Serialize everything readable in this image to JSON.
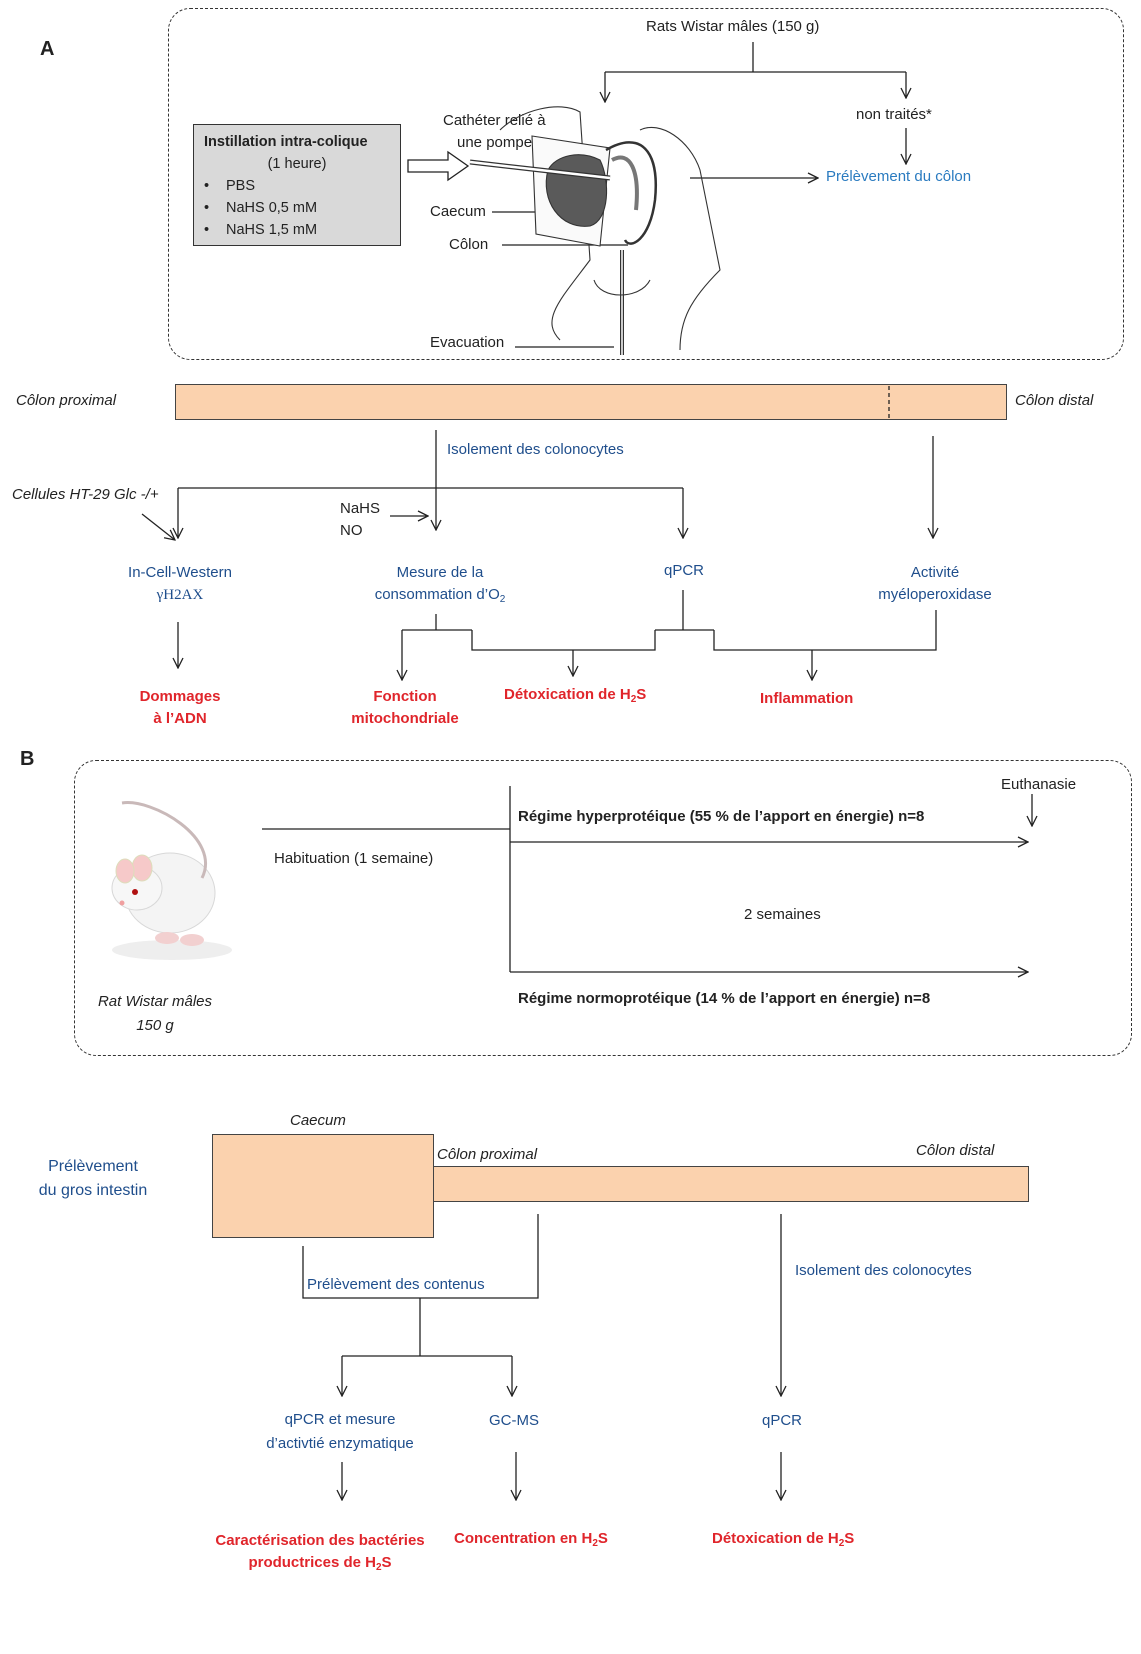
{
  "panel_a": {
    "label": "A",
    "rats": "Rats Wistar mâles (150 g)",
    "non_traites": "non traités*",
    "prelevement_colon": "Prélèvement du côlon",
    "instillation": {
      "title": "Instillation intra-colique",
      "duration": "(1 heure)",
      "items": [
        "PBS",
        "NaHS 0,5 mM",
        "NaHS 1,5 mM"
      ]
    },
    "catheter_line1": "Cathéter relié à",
    "catheter_line2": "une pompe",
    "caecum": "Caecum",
    "colon": "Côlon",
    "evacuation": "Evacuation",
    "colon_proximal": "Côlon proximal",
    "colon_distal": "Côlon distal",
    "isolement": "Isolement des colonocytes",
    "cellules": "Cellules HT-29 Glc -/+",
    "nahs": "NaHS",
    "no": "NO",
    "icw_line1": "In-Cell-Western",
    "icw_line2": "γH2AX",
    "mesure_line1": "Mesure  de la",
    "mesure_line2": "consommation d’O",
    "mesure_sub": "2",
    "qpcr": "qPCR",
    "mpo_line1": "Activité",
    "mpo_line2": "myéloperoxidase",
    "dommages_line1": "Dommages",
    "dommages_line2": "à l’ADN",
    "fonction_line1": "Fonction",
    "fonction_line2": "mitochondriale",
    "detox": "Détoxication de H",
    "detox_sub": "2",
    "detox_end": "S",
    "inflammation": "Inflammation"
  },
  "panel_b": {
    "label": "B",
    "euthanasie": "Euthanasie",
    "hyper": "Régime hyperprotéique  (55 % de l’apport en énergie) n=8",
    "habituation": "Habituation (1 semaine)",
    "semaines": "2 semaines",
    "normo": "Régime normoprotéique  (14 % de l’apport  en énergie) n=8",
    "rat_line1": "Rat Wistar mâles",
    "rat_line2": "150 g",
    "caecum": "Caecum",
    "colon_proximal": "Côlon proximal",
    "colon_distal": "Côlon distal",
    "prelevement_line1": "Prélèvement",
    "prelevement_line2": "du gros intestin",
    "contenus": "Prélèvement des  contenus",
    "isolement": "Isolement des colonocytes",
    "qpcr_enz_line1": "qPCR et mesure",
    "qpcr_enz_line2": "d’activtié enzymatique",
    "gcms": "GC-MS",
    "qpcr": "qPCR",
    "carac_line1": "Caractérisation des bactéries",
    "carac_line2": "productrices  de H",
    "carac_sub": "2",
    "carac_end": "S",
    "conc": "Concentration  en H",
    "conc_sub": "2",
    "conc_end": "S",
    "detox": "Détoxication de H",
    "detox_sub": "2",
    "detox_end": "S"
  },
  "colors": {
    "blue_text": "#1f4e8c",
    "red_text": "#e0252b",
    "bar_fill": "#fbd2ae",
    "grey_box": "#d9d9d9"
  }
}
